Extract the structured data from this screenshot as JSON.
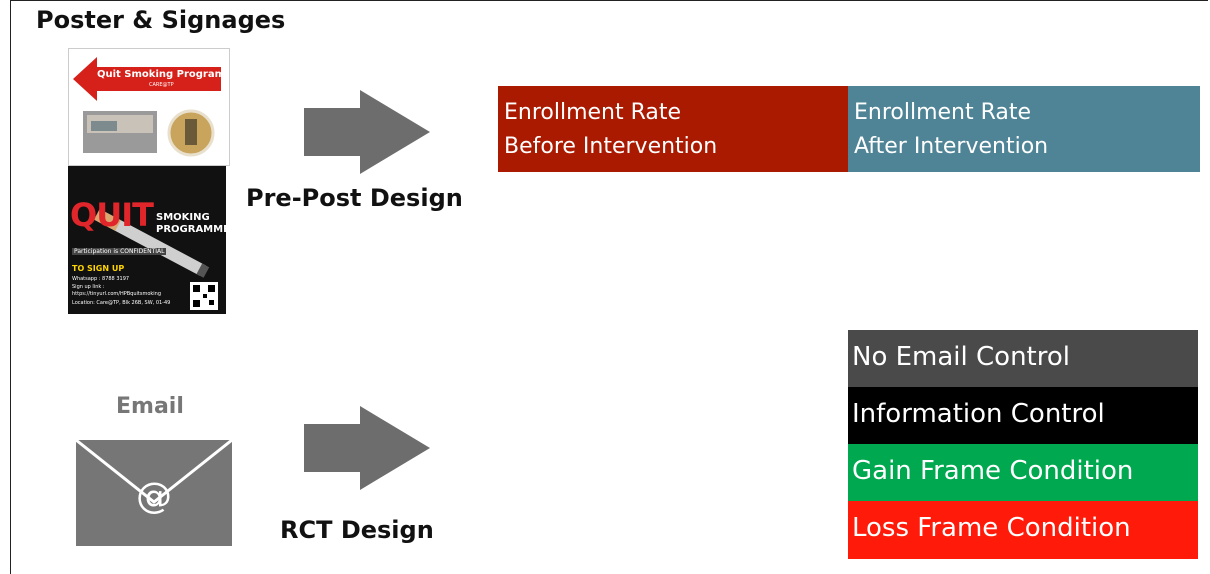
{
  "page_title": "Poster & Signages",
  "top_label": "Pre-Post Design",
  "email_label": "Email",
  "bottom_label": "RCT Design",
  "poster1": {
    "title": "Quit Smoking Program",
    "sub": "CARE@TP"
  },
  "poster2": {
    "quit": "QUIT",
    "smoking": "SMOKING",
    "programme": "PROGRAMME",
    "participation": "Participation is CONFIDENTIAL",
    "signup": "TO SIGN UP",
    "whatsapp": "Whatsapp : 8788 3197",
    "signup_link_label": "Sign up link :",
    "signup_link": "https://tinyurl.com/HPBquitsmoking",
    "location": "Location: Care@TP, Blk 26B, SW, 01-49"
  },
  "prepost": {
    "before_line1": "Enrollment Rate",
    "before_line2": "Before Intervention",
    "after_line1": "Enrollment Rate",
    "after_line2": "After Intervention"
  },
  "conditions": [
    "No Email Control",
    "Information Control",
    "Gain Frame Condition",
    "Loss Frame Condition"
  ],
  "colors": {
    "before_bg": "#aa1a00",
    "after_bg": "#4f8496",
    "no_email_bg": "#4a4a4a",
    "information_bg": "#000000",
    "gain_bg": "#00a84f",
    "loss_bg": "#ff1a0a",
    "arrow": "#6d6d6d",
    "envelope": "#767676"
  }
}
